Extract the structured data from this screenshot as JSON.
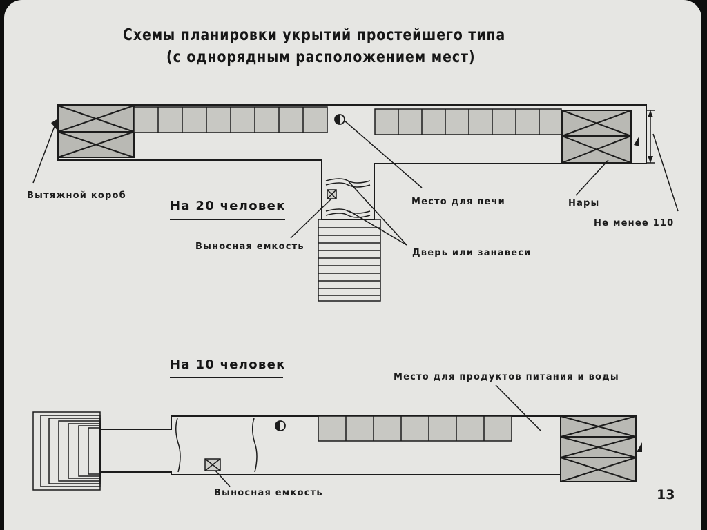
{
  "title_line1": "Схемы планировки укрытий простейшего типа",
  "title_line2": "(с однорядным расположением мест)",
  "scheme_20": {
    "heading": "На 20 человек",
    "label_exhaust": "Вытяжной короб",
    "label_stove": "Место для печи",
    "label_bunks": "Нары",
    "label_min_height": "Не менее 110",
    "label_container": "Выносная емкость",
    "label_door": "Дверь или занавеси"
  },
  "scheme_10": {
    "heading": "На 10 человек",
    "label_food": "Место для продуктов питания и воды",
    "label_container": "Выносная емкость"
  },
  "page_number": "13"
}
